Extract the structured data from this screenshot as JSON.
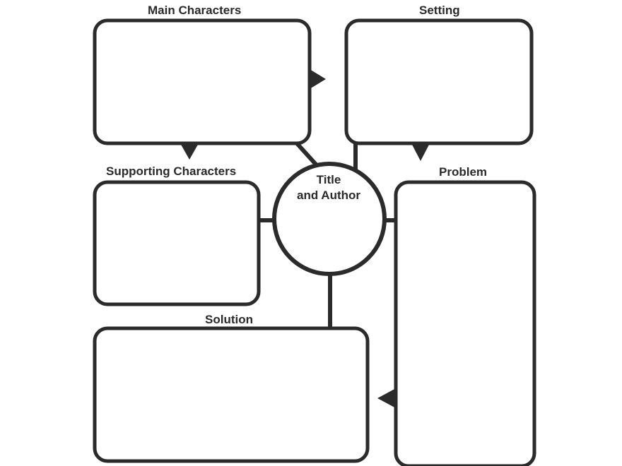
{
  "organizer": {
    "main_characters": "Main Characters",
    "setting": "Setting",
    "supporting_characters": "Supporting Characters",
    "problem": "Problem",
    "solution": "Solution",
    "center_line1": "Title",
    "center_line2": "and Author"
  },
  "colors": {
    "stroke": "#2b2b2b",
    "text": "#2a2a2a",
    "background": "#ffffff"
  }
}
